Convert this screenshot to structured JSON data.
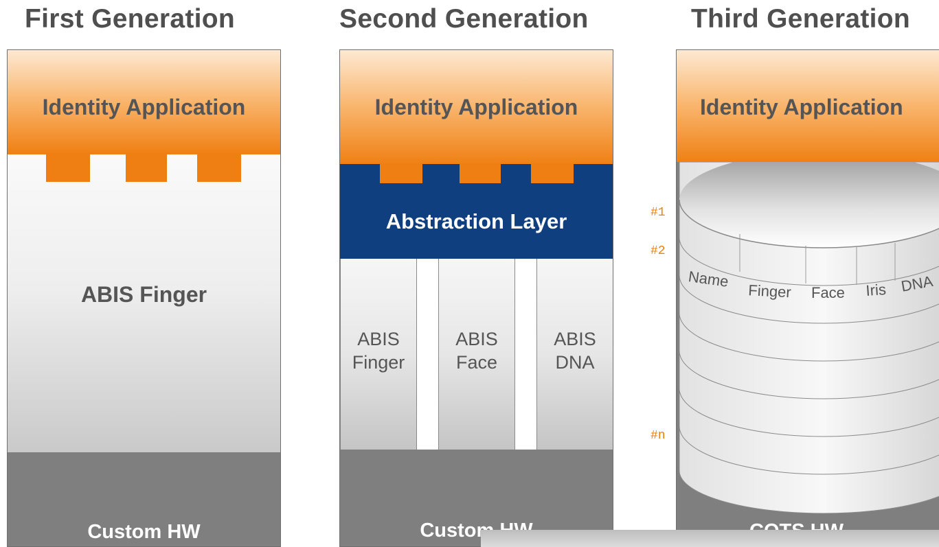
{
  "generations": [
    {
      "title": "First Generation",
      "application": "Identity Application",
      "engine": "ABIS Finger",
      "hardware": "Custom HW"
    },
    {
      "title": "Second Generation",
      "application": "Identity Application",
      "abstraction": "Abstraction Layer",
      "engines": [
        {
          "line1": "ABIS",
          "line2": "Finger"
        },
        {
          "line1": "ABIS",
          "line2": "Face"
        },
        {
          "line1": "ABIS",
          "line2": "DNA"
        }
      ],
      "hardware": "Custom HW"
    },
    {
      "title": "Third Generation",
      "application": "Identity Application",
      "record_markers": [
        "#1",
        "#2",
        "#n"
      ],
      "fields": [
        "Name",
        "Finger",
        "Face",
        "Iris",
        "DNA"
      ],
      "hardware": "COTS HW"
    }
  ],
  "colors": {
    "orange": "#ef7f12",
    "navy": "#0f3f7f",
    "hardware_gray": "#7f7f7f",
    "title_gray": "#4f4f4f"
  }
}
